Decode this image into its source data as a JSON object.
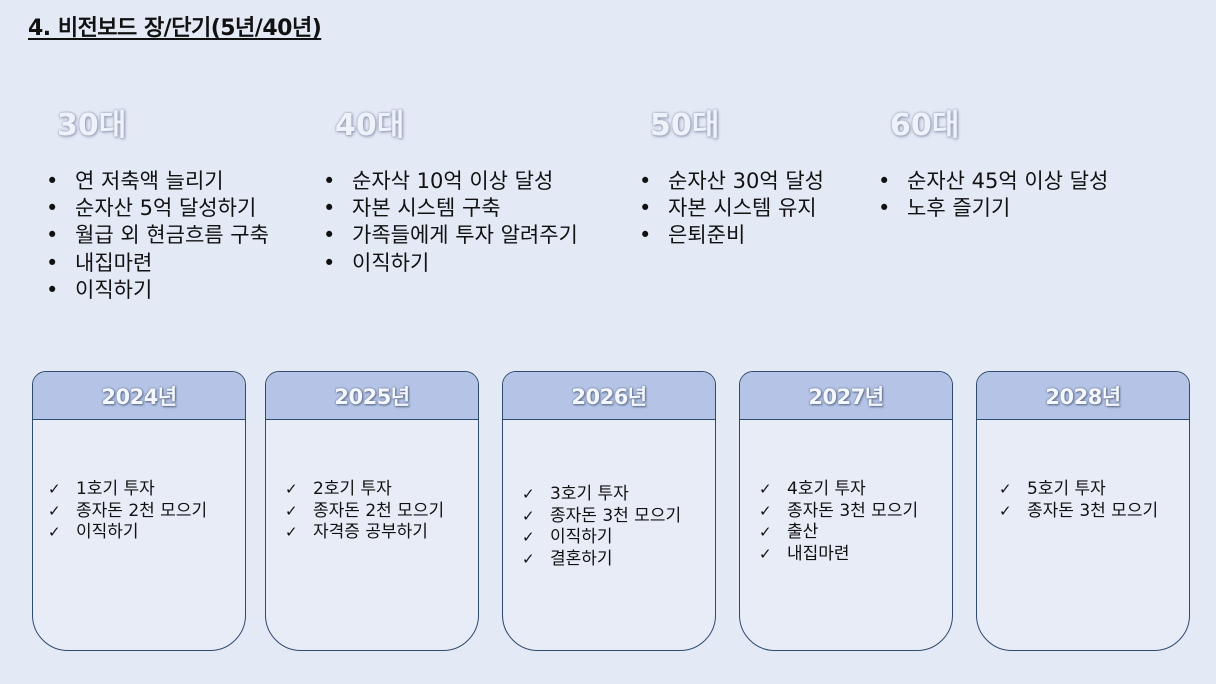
{
  "title": "4. 비전보드 장/단기(5년/40년)",
  "decades": [
    {
      "label": "30대",
      "goals": [
        "연 저축액 늘리기",
        "순자산 5억 달성하기",
        "월급 외 현금흐름 구축",
        "내집마련",
        "이직하기"
      ]
    },
    {
      "label": "40대",
      "goals": [
        "순자삭 10억 이상 달성",
        "자본 시스템 구축",
        "가족들에게 투자 알려주기",
        "이직하기"
      ]
    },
    {
      "label": "50대",
      "goals": [
        "순자산 30억 달성",
        "자본 시스템 유지",
        "은퇴준비"
      ]
    },
    {
      "label": "60대",
      "goals": [
        "순자산 45억 이상 달성",
        "노후 즐기기"
      ]
    }
  ],
  "years": [
    {
      "label": "2024년",
      "tasks": [
        "1호기 투자",
        "종자돈 2천 모으기",
        "이직하기"
      ]
    },
    {
      "label": "2025년",
      "tasks": [
        "2호기 투자",
        "종자돈 2천 모으기",
        "자격증 공부하기"
      ]
    },
    {
      "label": "2026년",
      "tasks": [
        "3호기 투자",
        "종자돈 3천 모으기",
        "이직하기",
        "결혼하기"
      ]
    },
    {
      "label": "2027년",
      "tasks": [
        "4호기 투자",
        "종자돈 3천 모으기",
        "출산",
        "내집마련"
      ]
    },
    {
      "label": "2028년",
      "tasks": [
        "5호기 투자",
        "종자돈 3천 모으기"
      ]
    }
  ],
  "icons": {
    "bullet": "bullet-icon",
    "check": "checkmark-icon"
  },
  "colors": {
    "background": "#e4e9f6",
    "card_header": "#b5c4e6",
    "card_border": "#2e4a6e"
  }
}
